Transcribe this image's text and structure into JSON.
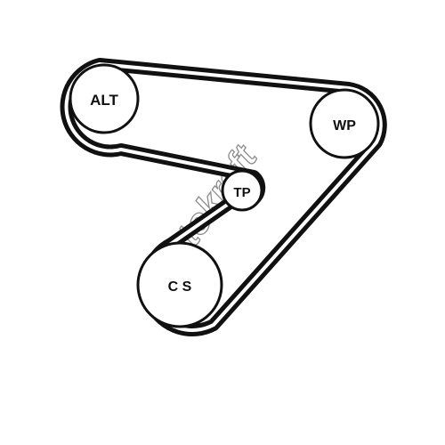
{
  "pulleys": [
    {
      "id": "alt",
      "label": "ALT"
    },
    {
      "id": "wp",
      "label": "WP"
    },
    {
      "id": "tp",
      "label": "TP"
    },
    {
      "id": "cs",
      "label": "C S"
    }
  ],
  "watermark": {
    "text": "Autokraft",
    "accent_color": "#e23a3a",
    "body_color": "#8c8c8c"
  },
  "colors": {
    "belt": "#111111",
    "background": "#ffffff"
  }
}
